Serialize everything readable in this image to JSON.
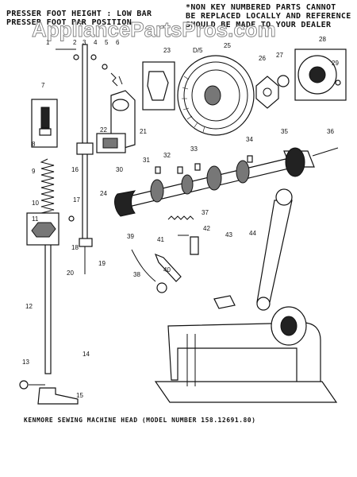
{
  "header": {
    "left_line1": "PRESSER FOOT HEIGHT : LOW BAR",
    "left_line2": "PRESSER FOOT BAR POSITION",
    "right_line1": "*NON KEY NUMBERED PARTS CANNOT",
    "right_line2": "BE REPLACED LOCALLY AND REFERENCE",
    "right_line3": "SHOULD BE MADE TO YOUR DEALER",
    "code": "D/5"
  },
  "watermark": "AppliancePartsPros.com",
  "footer": {
    "caption": "KENMORE SEWING MACHINE HEAD (MODEL NUMBER 158.12691.80)"
  },
  "callouts": [
    "1",
    "2",
    "3",
    "4",
    "5",
    "6",
    "7",
    "8",
    "9",
    "10",
    "11",
    "12",
    "13",
    "14",
    "15",
    "16",
    "17",
    "18",
    "19",
    "20",
    "21",
    "22",
    "23",
    "24",
    "25",
    "26",
    "27",
    "28",
    "29",
    "30",
    "31",
    "32",
    "33",
    "34",
    "35",
    "36",
    "37",
    "38",
    "39",
    "40",
    "41",
    "42",
    "43",
    "44"
  ],
  "colors": {
    "ink": "#111111",
    "paper": "#ffffff"
  }
}
